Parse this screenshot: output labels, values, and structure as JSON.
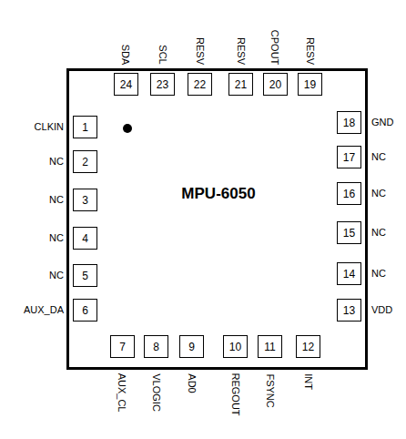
{
  "diagram": {
    "nodes": [
      {
        "text": [
          "MPU-6050"
        ]
      },
      {
        "text": [
          "1"
        ],
        "in": 0
      },
      {
        "text": [
          "2"
        ],
        "in": 0
      },
      {
        "text": [
          "3"
        ],
        "in": 0
      },
      {
        "text": [
          "4"
        ],
        "in": 0
      },
      {
        "text": [
          "5"
        ],
        "in": 0
      },
      {
        "text": [
          "6"
        ],
        "in": 0
      },
      {
        "text": [
          "7"
        ],
        "in": 0
      },
      {
        "text": [
          "8"
        ],
        "in": 0
      },
      {
        "text": [
          "9"
        ],
        "in": 0
      },
      {
        "text": [
          "10"
        ],
        "in": 0
      },
      {
        "text": [
          "11"
        ],
        "in": 0
      },
      {
        "text": [
          "12"
        ],
        "in": 0
      },
      {
        "text": [
          "13"
        ],
        "in": 0
      },
      {
        "text": [
          "14"
        ],
        "in": 0
      },
      {
        "text": [
          "15"
        ],
        "in": 0
      },
      {
        "text": [
          "16"
        ],
        "in": 0
      },
      {
        "text": [
          "17"
        ],
        "in": 0
      },
      {
        "text": [
          "18"
        ],
        "in": 0
      },
      {
        "text": [
          "19"
        ],
        "in": 0
      },
      {
        "text": [
          "20"
        ],
        "in": 0
      },
      {
        "text": [
          "21"
        ],
        "in": 0
      },
      {
        "text": [
          "22"
        ],
        "in": 0
      },
      {
        "text": [
          "23"
        ],
        "in": 0
      },
      {
        "text": [
          "24"
        ],
        "in": 0
      }
    ],
    "labels": [
      "CLKIN",
      "NC",
      "NC",
      "NC",
      "NC",
      "AUX_DA",
      "AUX_CL",
      "VLOGIC",
      "AD0",
      "REGOUT",
      "FSYNC",
      "INT",
      "VDD",
      "NC",
      "NC",
      "NC",
      "NC",
      "GND",
      "RESV",
      "CPOUT",
      "RESV",
      "RESV",
      "SCL",
      "SDA"
    ]
  }
}
